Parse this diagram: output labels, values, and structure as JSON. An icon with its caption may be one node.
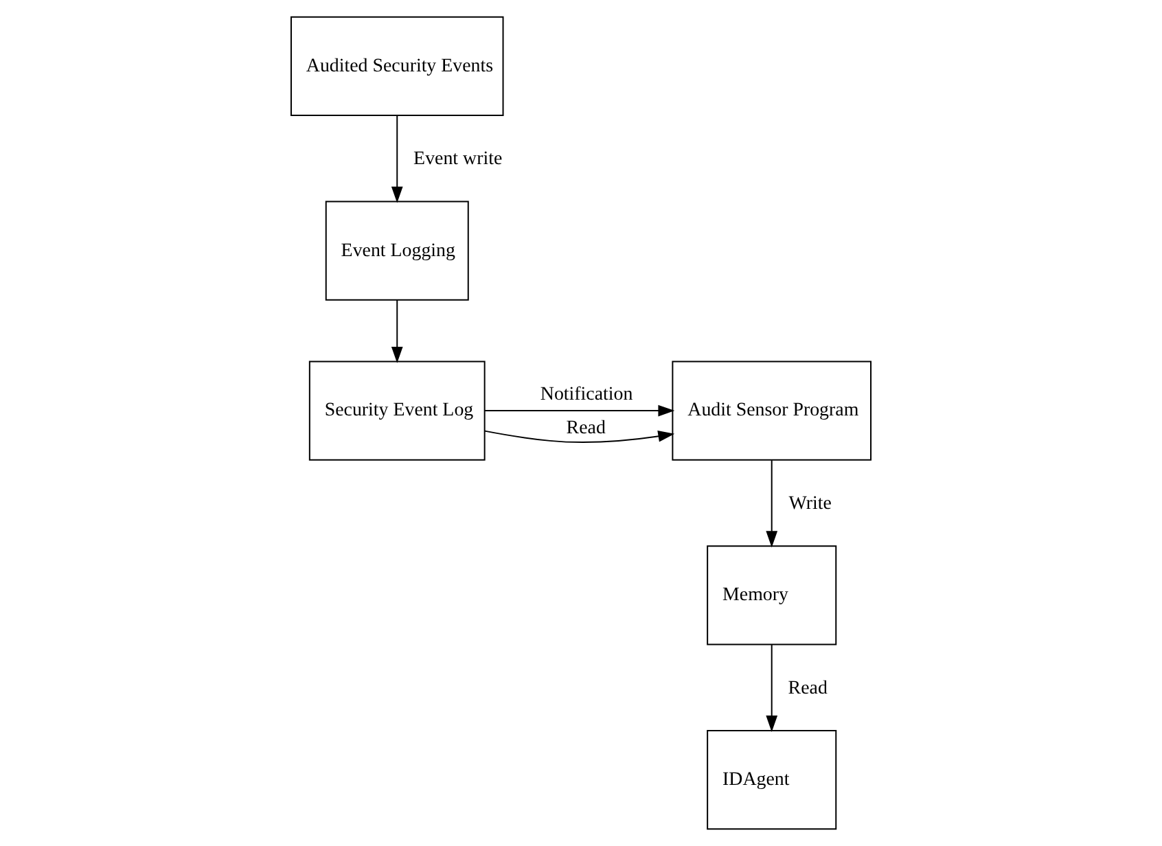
{
  "diagram": {
    "nodes": [
      {
        "text": [
          "Audited Security Events"
        ]
      },
      {
        "text": [
          "Event Logging"
        ]
      },
      {
        "text": [
          "Security Event Log"
        ]
      },
      {
        "text": [
          "Audit Sensor Program"
        ]
      },
      {
        "text": [
          "Memory"
        ]
      },
      {
        "text": [
          "IDAgent"
        ]
      }
    ],
    "edges": [
      {
        "from": 0,
        "to": 1,
        "arrow": "to",
        "label": "Event write"
      },
      {
        "from": 1,
        "to": 2,
        "arrow": "to"
      },
      {
        "from": 2,
        "to": 3,
        "arrow": "to",
        "label": "Notification"
      },
      {
        "from": 2,
        "to": 3,
        "arrow": "to",
        "label": "Read"
      },
      {
        "from": 3,
        "to": 4,
        "arrow": "to",
        "label": "Write"
      },
      {
        "from": 4,
        "to": 5,
        "arrow": "to",
        "label": "Read"
      }
    ]
  }
}
